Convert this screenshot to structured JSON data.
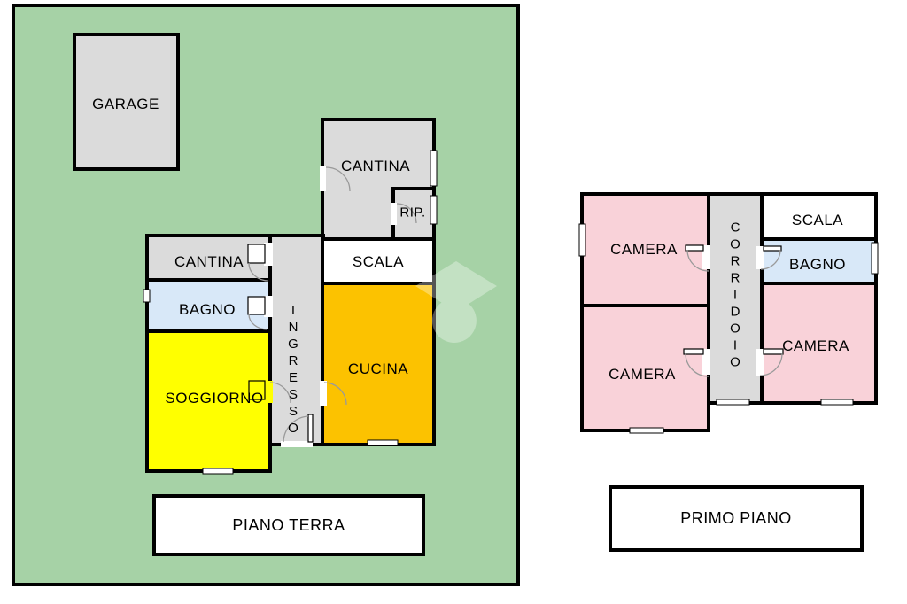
{
  "document_type": "residential floor plan",
  "colors": {
    "yard_green": "#A6D2A6",
    "service_room_gray": "#DBDBDB",
    "living_room_yellow": "#FFFF00",
    "kitchen_orange": "#FCC200",
    "bathroom_blue": "#D8E8F8",
    "bedroom_pink": "#F9D2D9",
    "wall_black": "#000000",
    "door_arc_gray": "#9A9A9A",
    "watermark_white": "rgba(255,255,255,0.33)"
  },
  "ground_floor": {
    "caption": "PIANO TERRA",
    "garage": "GARAGE",
    "cantina_top": "CANTINA",
    "rip": "RIP.",
    "scala": "SCALA",
    "cucina": "CUCINA",
    "cantina_left": "CANTINA",
    "bagno": "BAGNO",
    "soggiorno": "SOGGIORNO",
    "ingresso": "INGRESSO"
  },
  "first_floor": {
    "caption": "PRIMO PIANO",
    "camera_top_left": "CAMERA",
    "camera_bottom_left": "CAMERA",
    "camera_right": "CAMERA",
    "scala": "SCALA",
    "bagno": "BAGNO",
    "corridoio": "CORRIDOIO"
  },
  "watermark": {
    "icon": "home-logo-watermark"
  }
}
